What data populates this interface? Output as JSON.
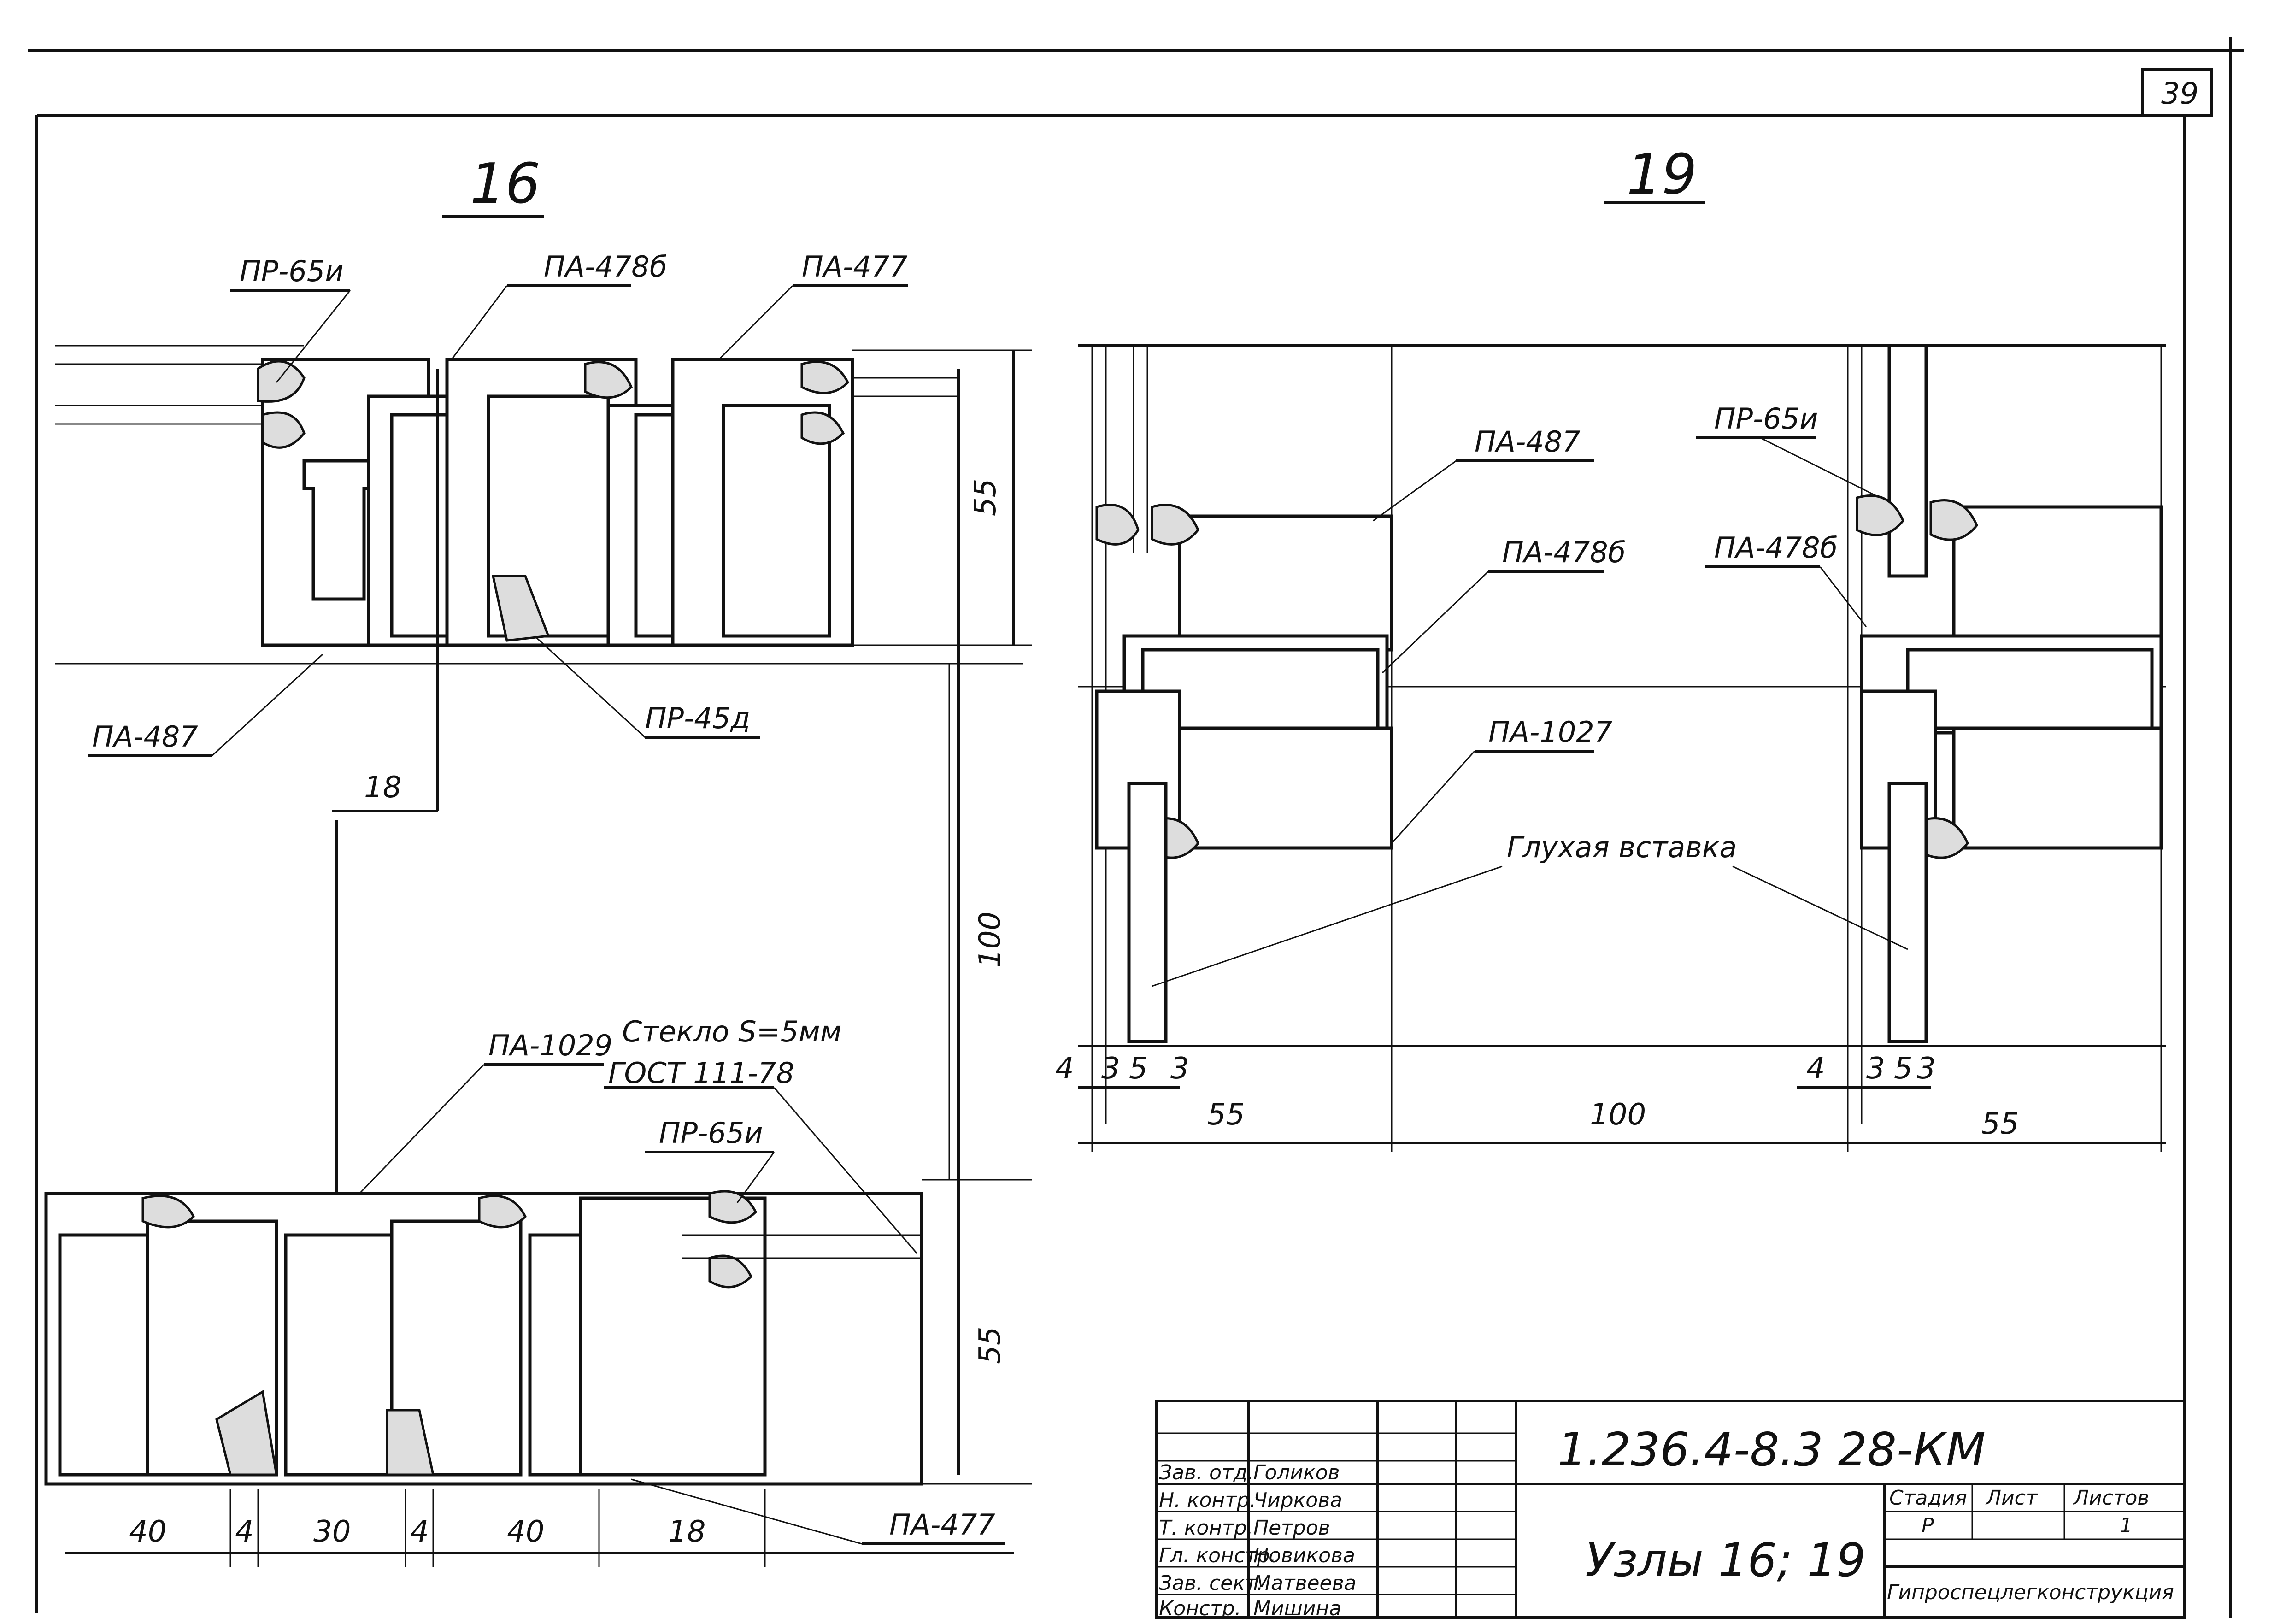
{
  "sheet_number": "39",
  "detail_16": {
    "title": "16",
    "labels": {
      "pr65i_top": "ПР-65и",
      "pa478b_top": "ПА-478б",
      "pa477_top": "ПА-477",
      "pa487_left": "ПА-487",
      "pr45d": "ПР-45д",
      "pa1029": "ПА-1029",
      "glass": "Стекло S=5мм",
      "gost": "ГОСТ 111-78",
      "pr65i_bottom": "ПР-65и",
      "pa477_bottom": "ПА-477"
    },
    "dims": {
      "v55_top": "55",
      "v100": "100",
      "v55_bottom": "55",
      "h18_mid": "18",
      "h40a": "40",
      "h4a": "4",
      "h30": "30",
      "h4b": "4",
      "h40b": "40",
      "h18b": "18"
    }
  },
  "detail_19": {
    "title": "19",
    "labels": {
      "pa487": "ПА-487",
      "pa478b_left": "ПА-478б",
      "pa1027": "ПА-1027",
      "pr65i": "ПР-65и",
      "pa478b_right": "ПА-478б",
      "blank_insert": "Глухая вставка"
    },
    "dims": {
      "l4": "4",
      "l3a": "3",
      "l5": "5",
      "l3b": "3",
      "r4": "4",
      "r3a": "3",
      "r5": "5",
      "r3b": "3",
      "h55_left": "55",
      "h100": "100",
      "h55_right": "55"
    }
  },
  "title_block": {
    "doc_code": "1.236.4-8.3 28-КМ",
    "doc_title": "Узлы 16; 19",
    "stage_header": "Стадия",
    "sheet_header": "Лист",
    "sheets_header": "Листов",
    "stage_value": "Р",
    "sheets_value": "1",
    "organization": "Гипроспецлегконструкция",
    "rows": [
      {
        "role": "Зав. отд.",
        "name": "Голиков"
      },
      {
        "role": "Н. контр.",
        "name": "Чиркова"
      },
      {
        "role": "Т. контр.",
        "name": "Петров"
      },
      {
        "role": "Гл. констр.",
        "name": "Новикова"
      },
      {
        "role": "Зав. сект.",
        "name": "Матвеева"
      },
      {
        "role": "Констр.",
        "name": "Мишина"
      }
    ]
  }
}
